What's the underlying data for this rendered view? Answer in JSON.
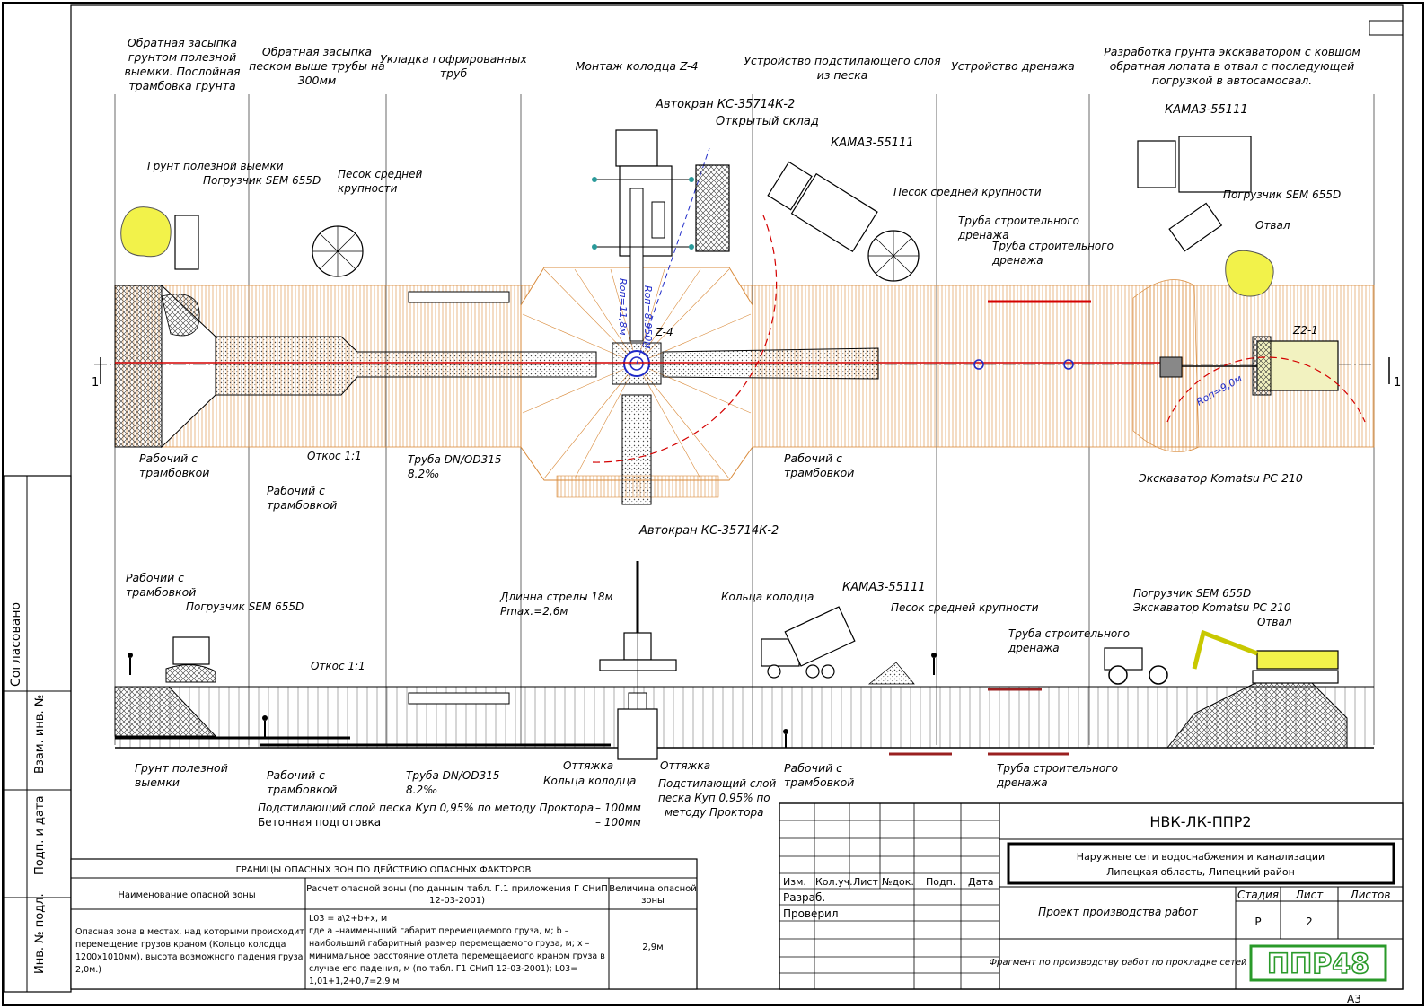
{
  "colors": {
    "excavation": "#d98a3a",
    "pipe_red": "#d40000",
    "crane_blue": "#1f2ac8",
    "soil_yellow": "#f2f24a",
    "logo_green": "#2a9a2a"
  },
  "stage_headers": [
    "Обратная засыпка грунтом полезной выемки. Послойная трамбовка грунта",
    "Обратная засыпка песком выше трубы на 300мм",
    "Укладка гофрированных труб",
    "Монтаж колодца Z-4",
    "Устройство подстилающего слоя из песка",
    "Устройство дренажа",
    "Разработка грунта экскаватором с ковшом обратная лопата в отвал с последующей погрузкой в автосамосвал."
  ],
  "plan_labels": {
    "crane": "Автокран КС-35714К-2",
    "open_storage": "Открытый склад",
    "kamaz": "КАМАЗ-55111",
    "kamaz_right": "КАМАЗ-55111",
    "soil": "Грунт полезной выемки",
    "loader": "Погрузчик SEM 655D",
    "loader_right": "Погрузчик SEM 655D",
    "sand": "Песок средней крупности",
    "sand_right": "Песок средней крупности",
    "drain_pipe_1": "Труба строительного дренажа",
    "drain_pipe_2": "Труба строительного дренажа",
    "dump": "Отвал",
    "worker_1": "Рабочий с трамбовкой",
    "worker_2": "Рабочий с трамбовкой",
    "worker_3": "Рабочий с трамбовкой",
    "slope": "Откос 1:1",
    "pipe": "Труба DN/OD315",
    "slope_value": "8.2‰",
    "excavator": "Экскаватор Komatsu PC 210",
    "well_z4": "Z-4",
    "well_z21": "Z2-1",
    "r_crane": "Rоп=11,8м",
    "r_crane_2": "Rоп=8,950м",
    "r_exc": "Rоп=9,0м",
    "section_mark": "1"
  },
  "section_labels": {
    "crane": "Автокран КС-35714К-2",
    "boom": "Длинна стрелы 18м",
    "pmax": "Pmax.=2,6м",
    "rings": "Кольца колодца",
    "kamaz": "КАМАЗ-55111",
    "sand": "Песок средней крупности",
    "drain": "Труба строительного дренажа",
    "worker_1": "Рабочий с трамбовкой",
    "loader": "Погрузчик SEM 655D",
    "loader_right": "Погрузчик SEM 655D",
    "excavator": "Экскаватор Komatsu PC 210",
    "dump": "Отвал",
    "slope": "Откос 1:1",
    "soil": "Грунт полезной выемки",
    "worker_2": "Рабочий с трамбовкой",
    "pipe": "Труба DN/OD315",
    "slope_value": "8.2‰",
    "stay_1": "Оттяжка",
    "stay_2": "Оттяжка",
    "rings_2": "Кольца колодца",
    "sand_layer": "Подстилающий слой песка Кyп 0,95% по методу Проктора",
    "worker_3": "Рабочий с трамбовкой",
    "drain_2": "Труба строительного дренажа",
    "layer_1": "Подстилающий слой песка Кyп 0,95% по методу Проктора",
    "layer_1_val": "– 100мм",
    "layer_2": "Бетонная подготовка",
    "layer_2_val": "– 100мм"
  },
  "margin": {
    "soglasovano": "Согласовано",
    "vzam": "Взам. инв. №",
    "podp": "Подп. и дата",
    "inv": "Инв. № подл."
  },
  "danger_table": {
    "title": "ГРАНИЦЫ ОПАСНЫХ ЗОН ПО ДЕЙСТВИЮ ОПАСНЫХ ФАКТОРОВ",
    "headers": [
      "Наименование опасной зоны",
      "Расчет опасной зоны (по данным табл. Г.1 приложения Г СНиП 12-03-2001)",
      "Величина опасной зоны"
    ],
    "name": "Опасная зона в местах, над которыми происходит перемещение грузов краном (Кольцо колодца 1200х1010мм), высота возможного падения груза 2,0м.)",
    "calc": "L03 = a\\2+b+x, м где a –наименьший габарит перемещаемого груза, м; b – наибольший габаритный размер перемещаемого груза, м; x – минимальное расстояние отлета перемещаемого краном груза в случае его падения, м (по табл. Г1 СНиП 12-03-2001); L03= 1,01+1,2+0,7=2,9 м",
    "value": "2,9м"
  },
  "title_block": {
    "code": "НВК-ЛК-ППР2",
    "object_line_1": "Наружные сети водоснабжения и канализации",
    "object_line_2": "Липецкая область, Липецкий район",
    "cols": [
      "Изм.",
      "Кол.уч.",
      "Лист",
      "№док.",
      "Подп.",
      "Дата"
    ],
    "razrab": "Разраб.",
    "proveril": "Проверил",
    "project": "Проект производства работ",
    "stage_h": "Стадия",
    "sheet_h": "Лист",
    "sheets_h": "Листов",
    "stage": "Р",
    "sheet": "2",
    "fragment": "Фрагмент по производству работ по прокладке сетей",
    "logo": "ППР48",
    "format": "А3"
  }
}
